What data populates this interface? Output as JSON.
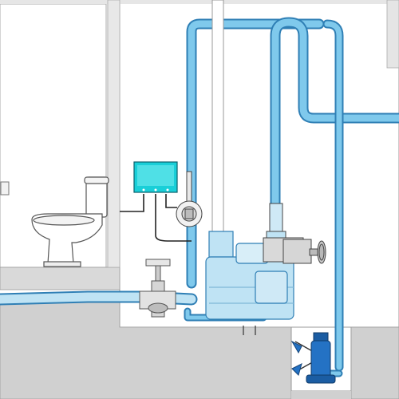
{
  "diagram": {
    "type": "sewage-lifting-station-installation",
    "components": [
      {
        "id": "toilet",
        "label": ""
      },
      {
        "id": "wall-plate",
        "label": ""
      },
      {
        "id": "control-box",
        "label": ""
      },
      {
        "id": "alarm-sensor",
        "label": ""
      },
      {
        "id": "gate-valve-inlet",
        "label": ""
      },
      {
        "id": "lifting-station-tank",
        "label": ""
      },
      {
        "id": "vent-pipe",
        "label": ""
      },
      {
        "id": "discharge-gate-valve",
        "label": ""
      },
      {
        "id": "check-valve",
        "label": ""
      },
      {
        "id": "drainage-pump",
        "label": ""
      }
    ],
    "colors": {
      "pipe": "#7fc9ec",
      "pipe_outline": "#2f7fb5",
      "tank": "#bfe3f4",
      "control_box": "#19cfd8",
      "pump_body": "#2472c4",
      "wall_gray": "#d9d9d9",
      "floor_gray": "#cccccc",
      "outline": "#444444",
      "cable": "#222222",
      "valve_gray": "#d0d0d0"
    },
    "icons": [
      "toilet-icon",
      "gear-icon-handwheel",
      "valve-icon"
    ]
  }
}
